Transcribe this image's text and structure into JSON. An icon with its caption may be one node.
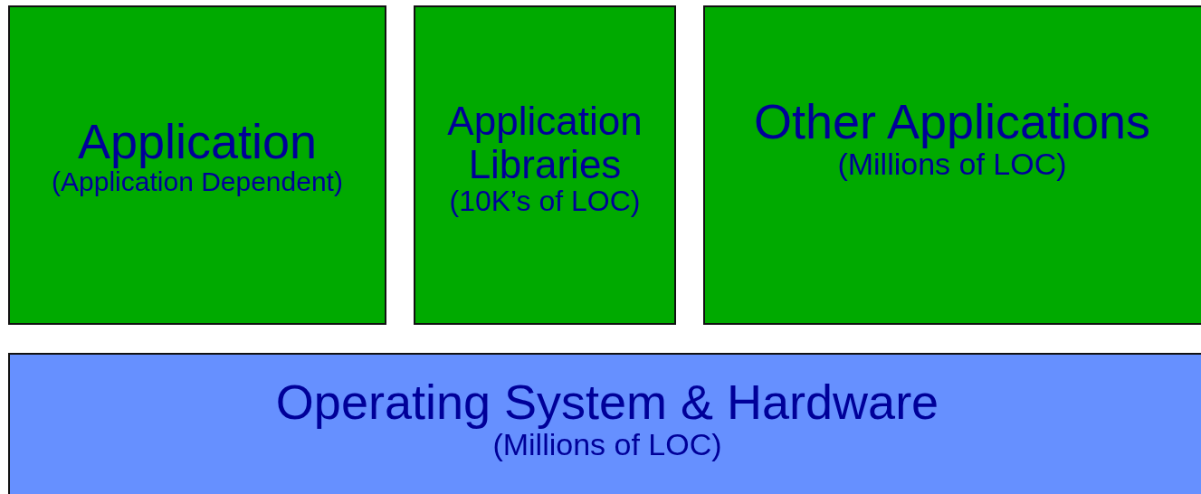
{
  "diagram": {
    "nodes": [
      {
        "text": [
          "Application",
          "(Application Dependent)"
        ]
      },
      {
        "text": [
          "Application Libraries",
          "(10K’s of LOC)"
        ]
      },
      {
        "text": [
          "Other Applications",
          "(Millions of LOC)"
        ]
      },
      {
        "text": [
          "Operating System & Hardware",
          "(Millions of LOC)"
        ]
      }
    ]
  }
}
